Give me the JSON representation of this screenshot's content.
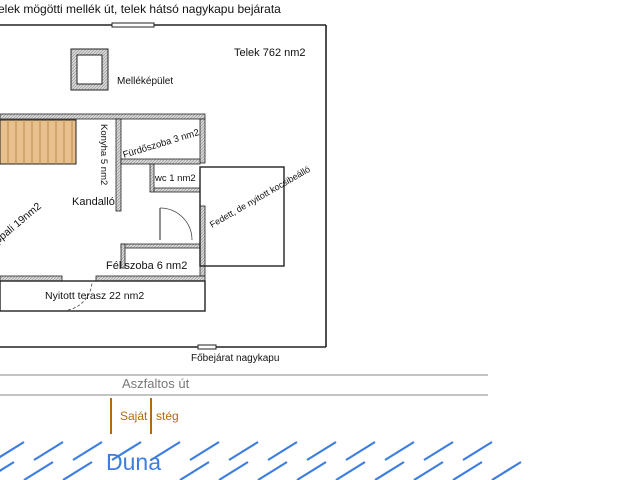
{
  "texts": {
    "top_caption": "elek mögötti mellék út, telek hátsó nagykapu bejárata",
    "plot": "Telek 762 nm2",
    "outbuilding": "Melléképület",
    "bathroom": "Fürdőszoba 3 nm2",
    "kitchen": "Konyha 5 nm2",
    "wc": "wc 1 nm2",
    "carport": "Fedett, de nyitott kocsibeálló",
    "living_room": "ppali 19nm2",
    "fireplace": "Kandalló",
    "half_room": "Fél szoba 6 nm2",
    "terrace": "Nyitott terasz 22 nm2",
    "main_gate": "Főbejárat nagykapu",
    "road": "Aszfaltos út",
    "jetty_left": "Saját",
    "jetty_right": "stég",
    "river": "Duna"
  },
  "colors": {
    "wall": "#222222",
    "wall_fill": "#dcdcdc",
    "stairs": "#e7c08e",
    "road_line": "#8a8a8a",
    "jetty": "#b06a10",
    "river": "#3d7ee0"
  }
}
